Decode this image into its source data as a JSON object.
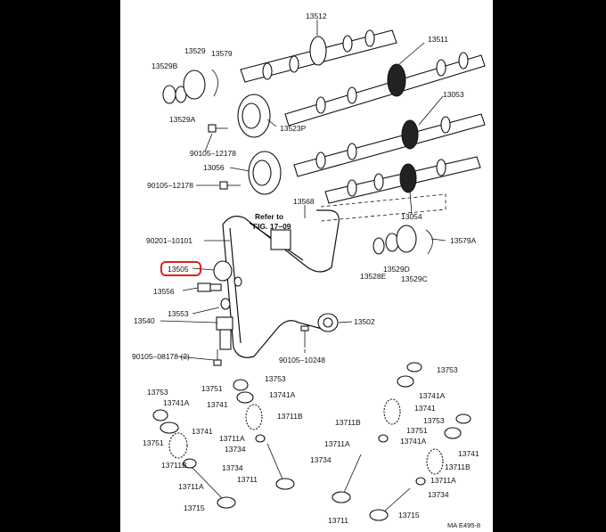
{
  "diagram": {
    "highlighted_part": "13505",
    "highlight_color": "#e0201b",
    "labels": {
      "p13512": "13512",
      "p13511": "13511",
      "p13529": "13529",
      "p13579_top": "13579",
      "p13529b": "13529B",
      "p13529a": "13529A",
      "p13523p": "13523P",
      "p13053": "13053",
      "p90105_12178_a": "90105–12178",
      "p13056": "13056",
      "p90105_12178_b": "90105–12178",
      "p13568": "13568",
      "refer": "Refer to",
      "fig": "FIG. 17–09",
      "p13054": "13054",
      "p90201_10101": "90201–10101",
      "p13579a": "13579A",
      "p13505": "13505",
      "p13528e": "13528E",
      "p13529d": "13529D",
      "p13529c": "13529C",
      "p13556": "13556",
      "p13553": "13553",
      "p13540": "13540",
      "p13502": "13502",
      "p90105_08178": "90105–08178 (2)",
      "p90105_10248": "90105–10248",
      "l13753": "13753",
      "l13741a": "13741A",
      "l13741": "13741",
      "l13751": "13751",
      "l13711b": "13711B",
      "l13711a": "13711A",
      "l13734": "13734",
      "l13715": "13715",
      "m13751": "13751",
      "m13753": "13753",
      "m13741a": "13741A",
      "m13741": "13741",
      "m13711b": "13711B",
      "m13711a": "13711A",
      "m13734": "13734",
      "m13711": "13711",
      "r13753": "13753",
      "r13741a": "13741A",
      "r13741": "13741",
      "r13711b": "13711B",
      "r13711a": "13711A",
      "r13734": "13734",
      "r13711": "13711",
      "rr13753": "13753",
      "rr13751": "13751",
      "rr13741a": "13741A",
      "rr13741": "13741",
      "rr13711b": "13711B",
      "rr13711a": "13711A",
      "rr13734": "13734",
      "rr13715": "13715",
      "code": "MA E495-8"
    }
  }
}
